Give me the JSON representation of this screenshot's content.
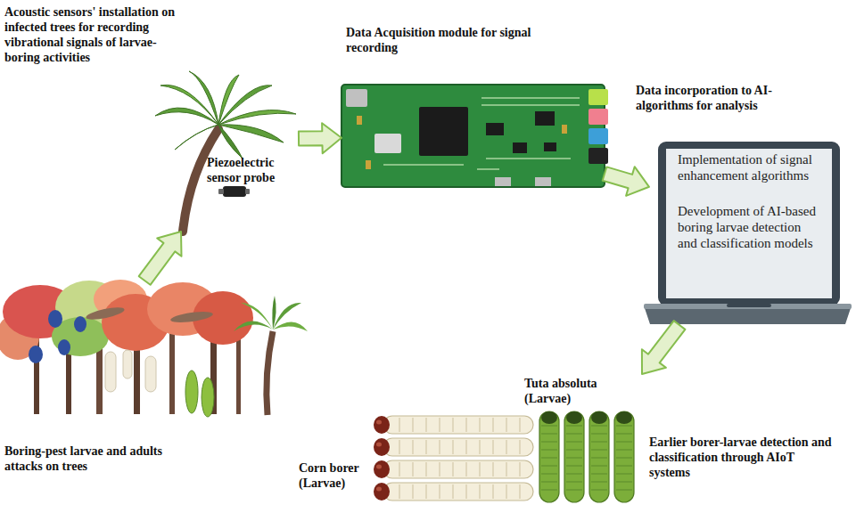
{
  "diagram": {
    "nodes": [
      {
        "text": [
          "Boring-pest larvae and adults attacks on trees"
        ]
      },
      {
        "text": [
          "Acoustic sensors' installation on infected trees for recording vibrational signals of larvae-boring activities",
          "Piezoelectric sensor probe"
        ]
      },
      {
        "text": [
          "Data Acquisition module for signal recording"
        ]
      },
      {
        "text": [
          "Data incorporation to AI-algorithms for analysis",
          "Implementation of signal enhancement algorithms",
          "Development of AI-based boring larvae detection and classification models"
        ]
      },
      {
        "text": [
          "Tuta absoluta (Larvae)",
          "Corn borer (Larvae)",
          "Earlier borer-larvae detection and classification through AIoT systems"
        ]
      }
    ],
    "edges": [
      {
        "from": 0,
        "to": 1,
        "arrow": "to"
      },
      {
        "from": 1,
        "to": 2,
        "arrow": "to"
      },
      {
        "from": 2,
        "to": 3,
        "arrow": "to"
      },
      {
        "from": 3,
        "to": 4,
        "arrow": "to"
      }
    ]
  }
}
